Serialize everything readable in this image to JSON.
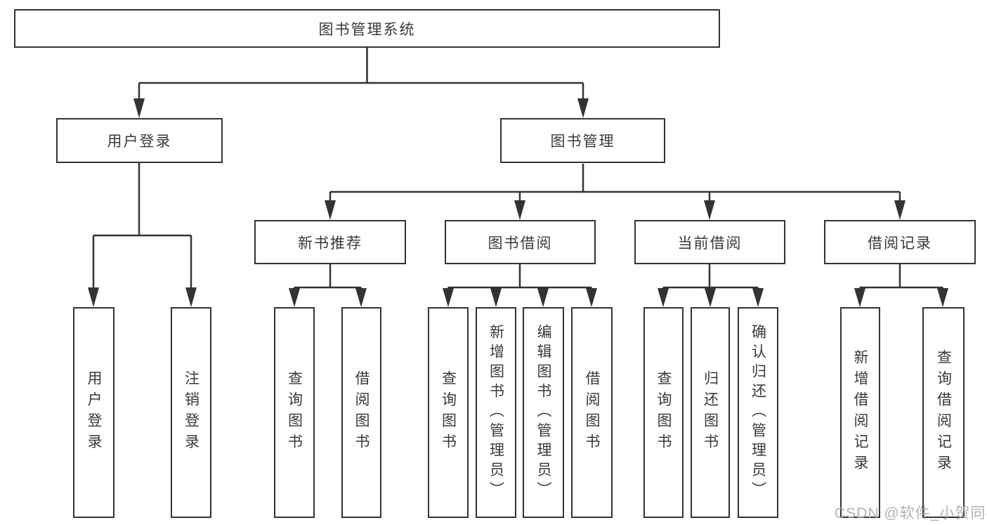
{
  "diagram": {
    "root": {
      "label": "图书管理系统"
    },
    "branches": [
      {
        "label": "用户登录",
        "children": [
          {
            "label": "用户登录"
          },
          {
            "label": "注销登录"
          }
        ]
      },
      {
        "label": "图书管理",
        "children": [
          {
            "label": "新书推荐",
            "children": [
              {
                "label": "查询图书"
              },
              {
                "label": "借阅图书"
              }
            ]
          },
          {
            "label": "图书借阅",
            "children": [
              {
                "label": "查询图书"
              },
              {
                "label": "新增图书（管理员）"
              },
              {
                "label": "编辑图书（管理员）"
              },
              {
                "label": "借阅图书"
              }
            ]
          },
          {
            "label": "当前借阅",
            "children": [
              {
                "label": "查询图书"
              },
              {
                "label": "归还图书"
              },
              {
                "label": "确认归还（管理员）"
              }
            ]
          },
          {
            "label": "借阅记录",
            "children": [
              {
                "label": "新增借阅记录"
              },
              {
                "label": "查询借阅记录"
              }
            ]
          }
        ]
      }
    ]
  },
  "watermark": {
    "text": "CSDN @软件_小贺同学"
  },
  "colors": {
    "line": "#333333",
    "box_border": "#333333",
    "text": "#3a3a3a",
    "background": "#ffffff",
    "watermark": "#ababab"
  }
}
